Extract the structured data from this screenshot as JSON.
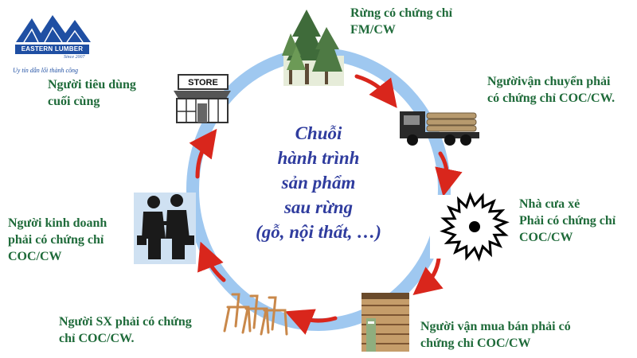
{
  "logo": {
    "name": "EASTERN LUMBER",
    "since": "Since 2007",
    "slogan": "Uy tín dẫn lối thành công"
  },
  "center": {
    "lines": [
      "Chuỗi",
      "hành trình",
      "sản phẩm",
      "sau rừng",
      "(gỗ, nội thất, …)"
    ]
  },
  "stages": [
    {
      "icon": "forest-icon",
      "lines": [
        "Rừng có chứng chỉ",
        "FM/CW"
      ]
    },
    {
      "icon": "log-truck-icon",
      "lines": [
        "Ngườivận chuyển phải",
        "có chứng chỉ COC/CW."
      ]
    },
    {
      "icon": "saw-blade-icon",
      "lines": [
        "Nhà cưa xẻ",
        "Phải có chứng chỉ",
        "COC/CW"
      ]
    },
    {
      "icon": "lumber-stack-icon",
      "lines": [
        "Người vận mua bán phải có",
        "chứng chỉ COC/CW"
      ]
    },
    {
      "icon": "chairs-icon",
      "lines": [
        "Người SX phải có chứng",
        "chỉ COC/CW."
      ]
    },
    {
      "icon": "handshake-icon",
      "lines": [
        "Người kinh doanh",
        "phải có chứng chỉ",
        "COC/CW"
      ]
    },
    {
      "icon": "store-icon",
      "lines": [
        "Người tiêu dùng",
        "cuối cùng"
      ]
    }
  ],
  "store_sign": "STORE",
  "colors": {
    "cycle_ring": "#9fc8f0",
    "arrows": "#d9261c",
    "label_text": "#1f6b3a",
    "center_text": "#2f3c9e",
    "logo_blue": "#1f4fa3"
  }
}
